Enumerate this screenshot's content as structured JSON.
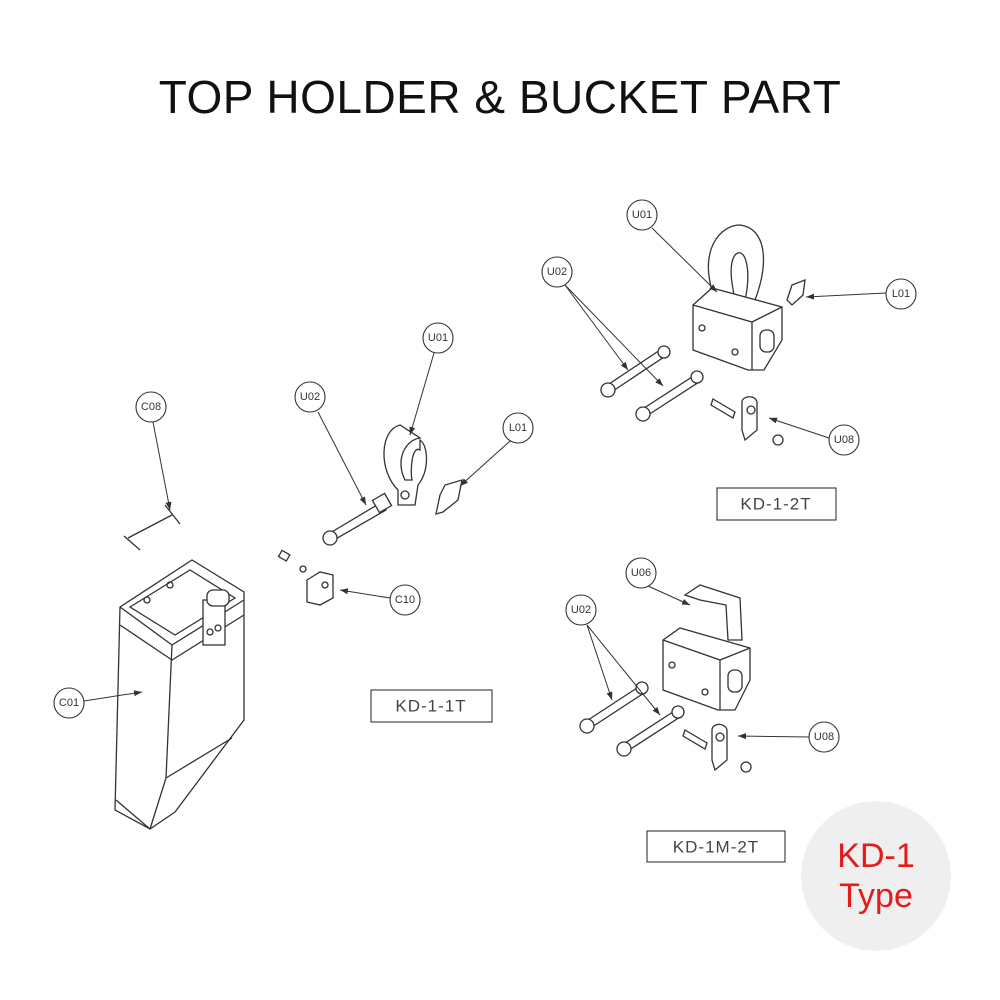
{
  "title": "TOP HOLDER & BUCKET PART",
  "colors": {
    "badge_bg": "#efefef",
    "badge_text": "#e31b1b"
  },
  "assemblies": {
    "kd_1_1t": {
      "model": "KD-1-1T",
      "callouts": {
        "c08": "C08",
        "u02": "U02",
        "u01": "U01",
        "l01": "L01",
        "c10": "C10",
        "c01": "C01"
      }
    },
    "kd_1_2t": {
      "model": "KD-1-2T",
      "callouts": {
        "u01": "U01",
        "u02": "U02",
        "l01": "L01",
        "u08": "U08"
      }
    },
    "kd_1m_2t": {
      "model": "KD-1M-2T",
      "callouts": {
        "u06": "U06",
        "u02": "U02",
        "u08": "U08"
      }
    }
  },
  "badge": {
    "line1": "KD-1",
    "line2": "Type"
  }
}
